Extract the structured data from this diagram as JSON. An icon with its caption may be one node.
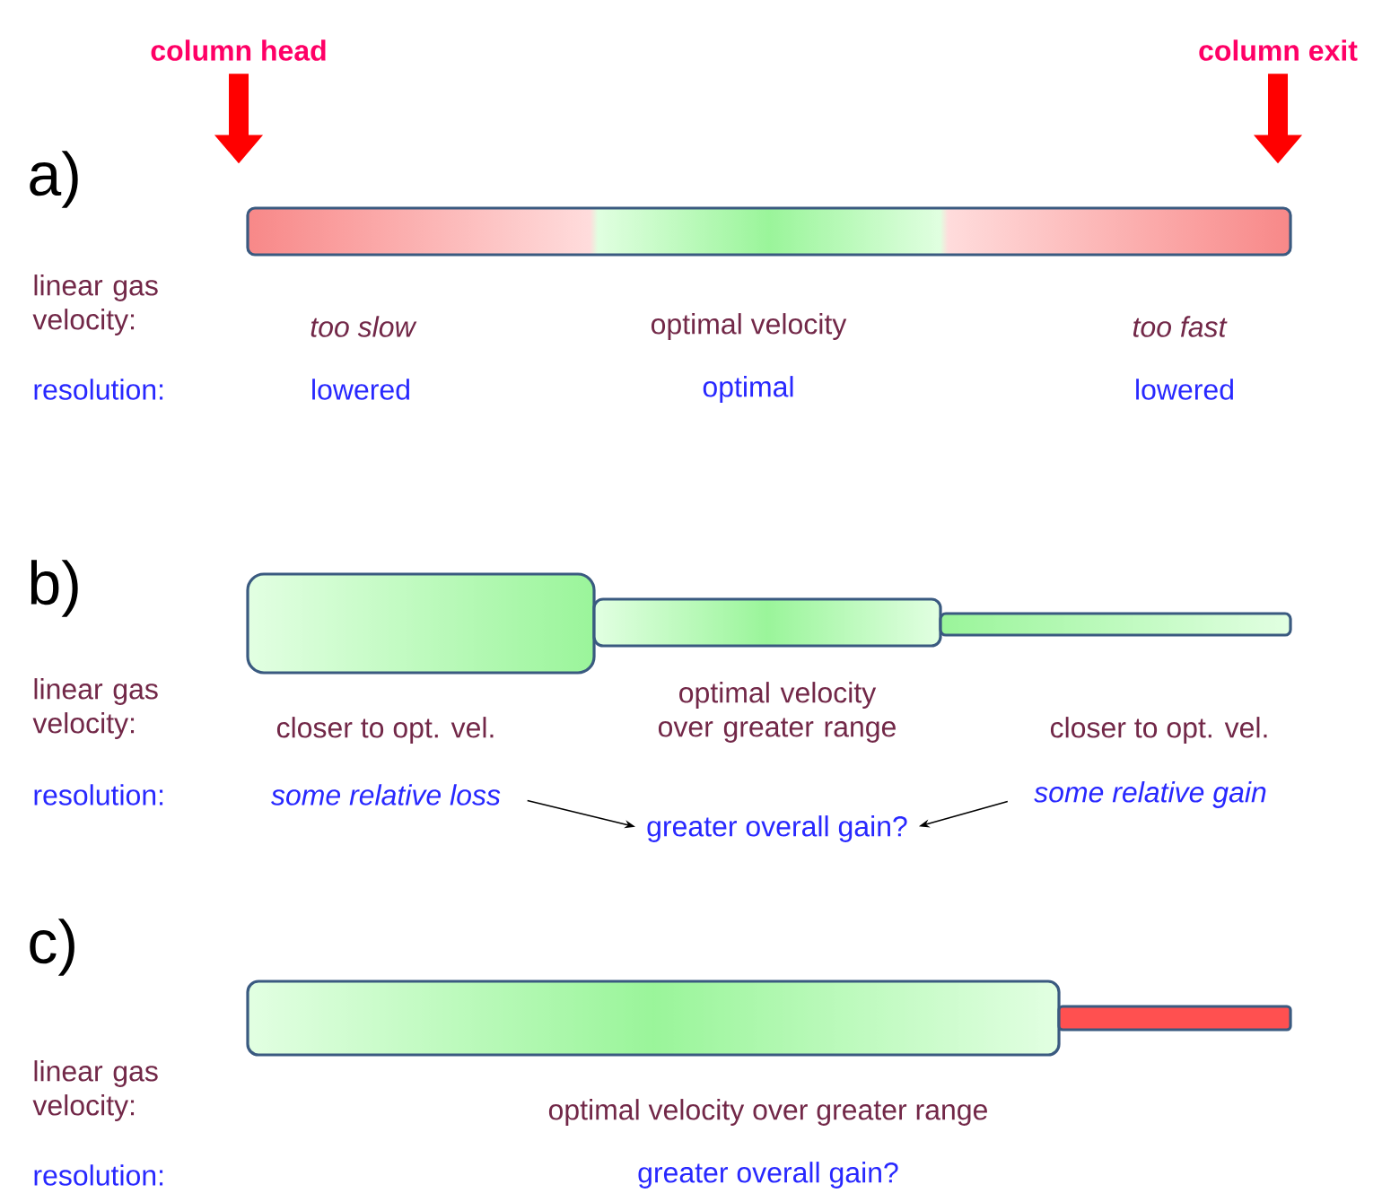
{
  "diagram": {
    "nodes": [
      {
        "text": [
          "column head"
        ]
      },
      {
        "text": [
          "column exit"
        ]
      },
      {
        "text": [],
        "shape": "bar"
      },
      {
        "text": [],
        "shape": "bar"
      },
      {
        "text": [],
        "shape": "bar"
      },
      {
        "text": [],
        "shape": "bar"
      },
      {
        "text": [
          "some relative loss"
        ]
      },
      {
        "text": [
          "greater overall gain?"
        ]
      },
      {
        "text": [
          "some relative gain"
        ]
      },
      {
        "text": [],
        "shape": "bar"
      },
      {
        "text": [],
        "shape": "bar"
      }
    ],
    "edges": [
      {
        "from": 0,
        "to": 2,
        "arrow": "to",
        "style": "thick",
        "color": "#ff0000"
      },
      {
        "from": 1,
        "to": 2,
        "arrow": "to",
        "style": "thick",
        "color": "#ff0000"
      },
      {
        "from": 6,
        "to": 7,
        "arrow": "to",
        "color": "#000000"
      },
      {
        "from": 8,
        "to": 7,
        "arrow": "to",
        "color": "#000000"
      }
    ],
    "labels": [
      "a)",
      "linear gas velocity:",
      "too slow",
      "optimal velocity",
      "too fast",
      "resolution:",
      "lowered",
      "optimal",
      "lowered",
      "b)",
      "linear gas velocity:",
      "closer to opt. vel.",
      "optimal velocity over greater range",
      "closer to opt. vel.",
      "resolution:",
      "c)",
      "linear gas velocity:",
      "optimal velocity over greater range",
      "resolution:",
      "greater overall gain?"
    ]
  }
}
